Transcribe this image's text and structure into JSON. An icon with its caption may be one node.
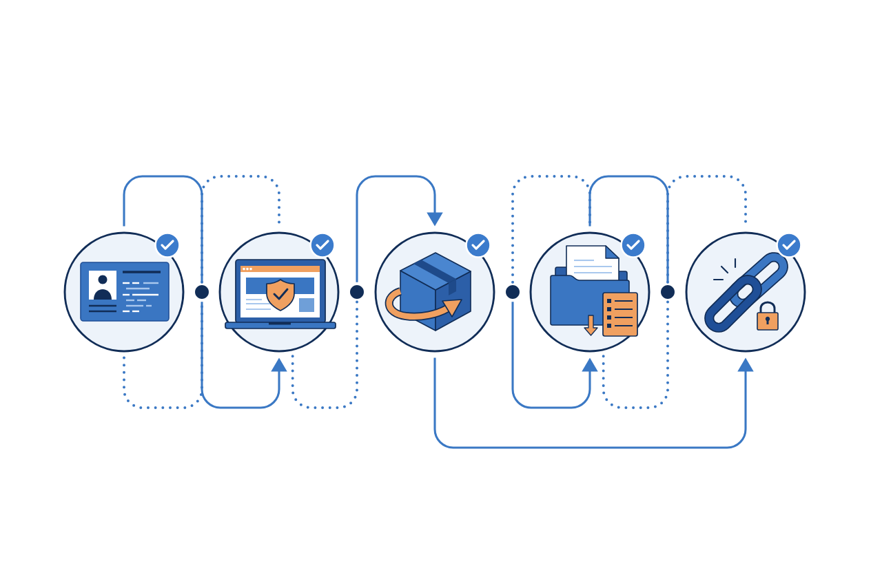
{
  "diagram": {
    "nodes": [
      {
        "text": [],
        "shape": "circle"
      },
      {
        "text": [],
        "shape": "dot"
      },
      {
        "text": [],
        "shape": "circle"
      },
      {
        "text": [],
        "shape": "dot"
      },
      {
        "text": [],
        "shape": "circle"
      },
      {
        "text": [],
        "shape": "dot"
      },
      {
        "text": [],
        "shape": "circle"
      },
      {
        "text": [],
        "shape": "dot"
      },
      {
        "text": [],
        "shape": "circle"
      }
    ],
    "edges": [
      {
        "from": 0,
        "to": 1,
        "arrow": "none"
      },
      {
        "from": 1,
        "to": 2,
        "arrow": "to"
      },
      {
        "from": 0,
        "to": 1,
        "arrow": "none",
        "style": "dashed"
      },
      {
        "from": 1,
        "to": 2,
        "arrow": "none",
        "style": "dashed"
      },
      {
        "from": 2,
        "to": 3,
        "arrow": "none",
        "style": "dashed"
      },
      {
        "from": 3,
        "to": 4,
        "arrow": "to"
      },
      {
        "from": 4,
        "to": 8,
        "arrow": "to"
      },
      {
        "from": 5,
        "to": 6,
        "arrow": "none",
        "style": "dashed"
      },
      {
        "from": 5,
        "to": 6,
        "arrow": "to"
      },
      {
        "from": 6,
        "to": 7,
        "arrow": "none"
      },
      {
        "from": 6,
        "to": 7,
        "arrow": "none",
        "style": "dashed"
      },
      {
        "from": 7,
        "to": 8,
        "arrow": "none",
        "style": "dashed"
      }
    ]
  }
}
